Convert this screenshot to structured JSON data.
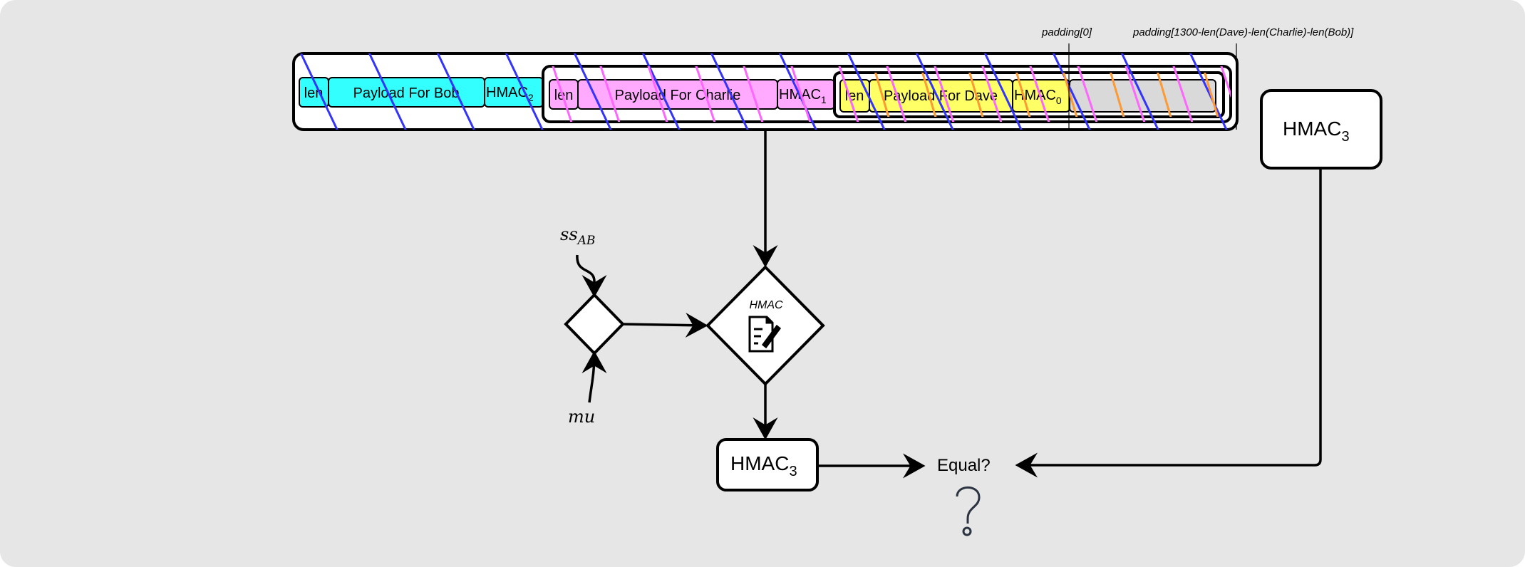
{
  "packet": {
    "bob": {
      "len": "len",
      "payload": "Payload For Bob",
      "hmac": "HMAC",
      "hmac_sub": "2",
      "color": "#33ffff"
    },
    "charlie": {
      "len": "len",
      "payload": "Payload For Charlie",
      "hmac": "HMAC",
      "hmac_sub": "1",
      "color": "#ffaaff"
    },
    "dave": {
      "len": "len",
      "payload": "Payload For Dave",
      "hmac": "HMAC",
      "hmac_sub": "0",
      "color": "#ffff66"
    },
    "padding_color": "#d9d9d9",
    "padding_start_label": "padding[0]",
    "padding_end_label": "padding[1300-len(Dave)-len(Charlie)-len(Bob)]",
    "hatch_colors": {
      "blue": "#3333ff",
      "pink": "#ff66ff",
      "orange": "#ff9933"
    }
  },
  "received_hmac": {
    "label": "HMAC",
    "sub": "3"
  },
  "computed_hmac": {
    "label": "HMAC",
    "sub": "3"
  },
  "hmac_node": {
    "label": "HMAC",
    "icon": "document-sign-icon"
  },
  "inputs": {
    "ss": "ss",
    "ss_sub": "AB",
    "mu": "mu"
  },
  "compare": {
    "label": "Equal?",
    "icon": "question-mark-icon"
  },
  "background_color": "#e6e6e6"
}
